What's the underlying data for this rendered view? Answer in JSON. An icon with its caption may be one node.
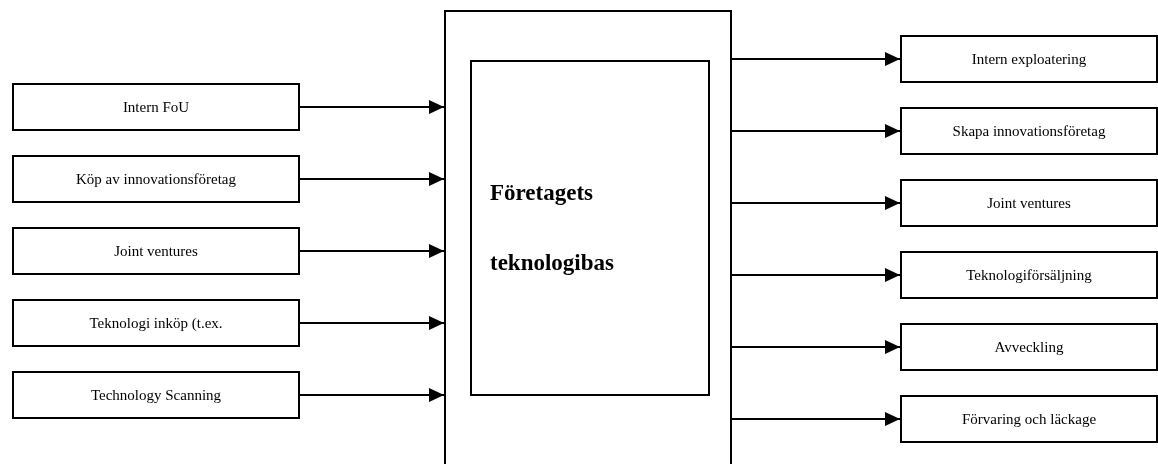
{
  "diagram": {
    "nodes": [
      {
        "text": [],
        "shape": "box"
      },
      {
        "text": [
          "Företagets teknologibas"
        ],
        "in": 0
      },
      {
        "text": [
          "Intern FoU"
        ]
      },
      {
        "text": [
          "Köp av innovationsföretag"
        ]
      },
      {
        "text": [
          "Joint ventures"
        ]
      },
      {
        "text": [
          "Teknologi inköp (t.ex."
        ]
      },
      {
        "text": [
          "Technology Scanning"
        ]
      },
      {
        "text": [
          "Intern exploatering"
        ]
      },
      {
        "text": [
          "Skapa innovationsföretag"
        ]
      },
      {
        "text": [
          "Joint ventures"
        ]
      },
      {
        "text": [
          "Teknologiförsäljning"
        ]
      },
      {
        "text": [
          "Avveckling"
        ]
      },
      {
        "text": [
          "Förvaring och läckage"
        ]
      }
    ],
    "edges": [
      {
        "from": 2,
        "to": 0,
        "arrow": "to"
      },
      {
        "from": 3,
        "to": 0,
        "arrow": "to"
      },
      {
        "from": 4,
        "to": 0,
        "arrow": "to"
      },
      {
        "from": 5,
        "to": 0,
        "arrow": "to"
      },
      {
        "from": 6,
        "to": 0,
        "arrow": "to"
      },
      {
        "from": 0,
        "to": 7,
        "arrow": "to"
      },
      {
        "from": 0,
        "to": 8,
        "arrow": "to"
      },
      {
        "from": 0,
        "to": 9,
        "arrow": "to"
      },
      {
        "from": 0,
        "to": 10,
        "arrow": "to"
      },
      {
        "from": 0,
        "to": 11,
        "arrow": "to"
      },
      {
        "from": 0,
        "to": 12,
        "arrow": "to"
      }
    ]
  }
}
